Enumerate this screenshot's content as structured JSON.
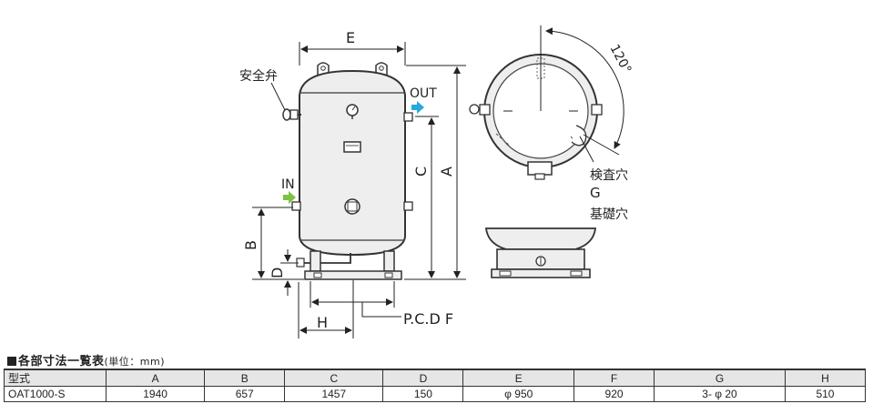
{
  "labels": {
    "safety_valve": "安全弁",
    "out": "OUT",
    "in": "IN",
    "angle": "120°",
    "inspection_hole": "検査穴",
    "g": "G",
    "foundation_hole": "基礎穴",
    "pcd": "P.C.D F",
    "dim_a": "A",
    "dim_b": "B",
    "dim_c": "C",
    "dim_d": "D",
    "dim_e": "E",
    "dim_h": "H"
  },
  "colors": {
    "out_arrow": "#29a8e0",
    "in_arrow": "#7dc242",
    "tank_fill": "#eeeeee",
    "header_fill": "#e6e6e6"
  },
  "table": {
    "title": "各部寸法一覧表",
    "unit": "(単位：mm)",
    "headers": [
      "型式",
      "A",
      "B",
      "C",
      "D",
      "E",
      "F",
      "G",
      "H"
    ],
    "rows": [
      [
        "OAT1000-S",
        "1940",
        "657",
        "1457",
        "150",
        "φ 950",
        "920",
        "3- φ 20",
        "510"
      ]
    ]
  }
}
